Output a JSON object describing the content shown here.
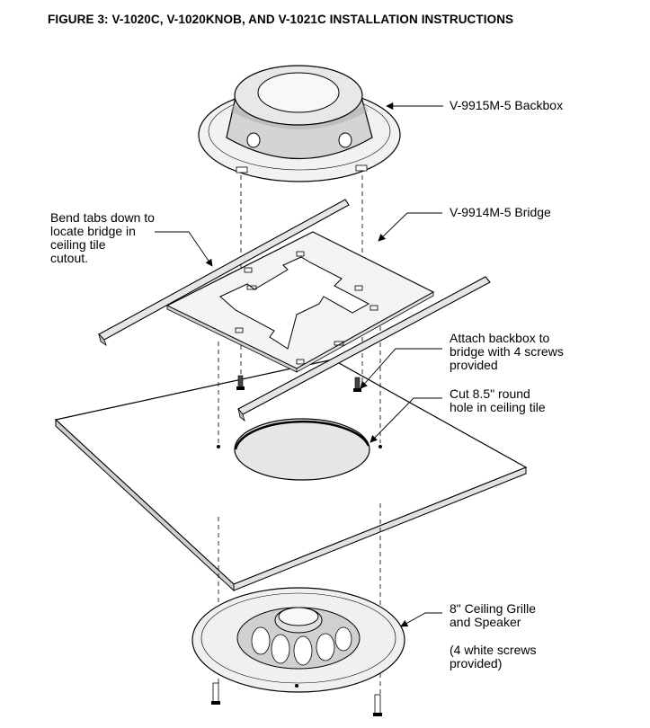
{
  "title": "FIGURE 3:  V-1020C, V-1020KNOB, AND V-1021C INSTALLATION INSTRUCTIONS",
  "labels": {
    "backbox": "V-9915M-5 Backbox",
    "bridge": "V-9914M-5 Bridge",
    "bend_tabs": [
      "Bend tabs down to",
      "locate bridge in",
      "ceiling tile",
      "cutout."
    ],
    "attach_backbox": [
      "Attach backbox to",
      "bridge with 4 screws",
      "provided"
    ],
    "cut_hole": [
      "Cut 8.5\" round",
      "hole in ceiling tile"
    ],
    "grille": [
      "8\" Ceiling Grille",
      "and Speaker"
    ],
    "white_screws": [
      "(4 white screws",
      "provided)"
    ]
  },
  "colors": {
    "line": "#000000",
    "shade": "#d9d9d9",
    "light_shade": "#eeeeee"
  }
}
